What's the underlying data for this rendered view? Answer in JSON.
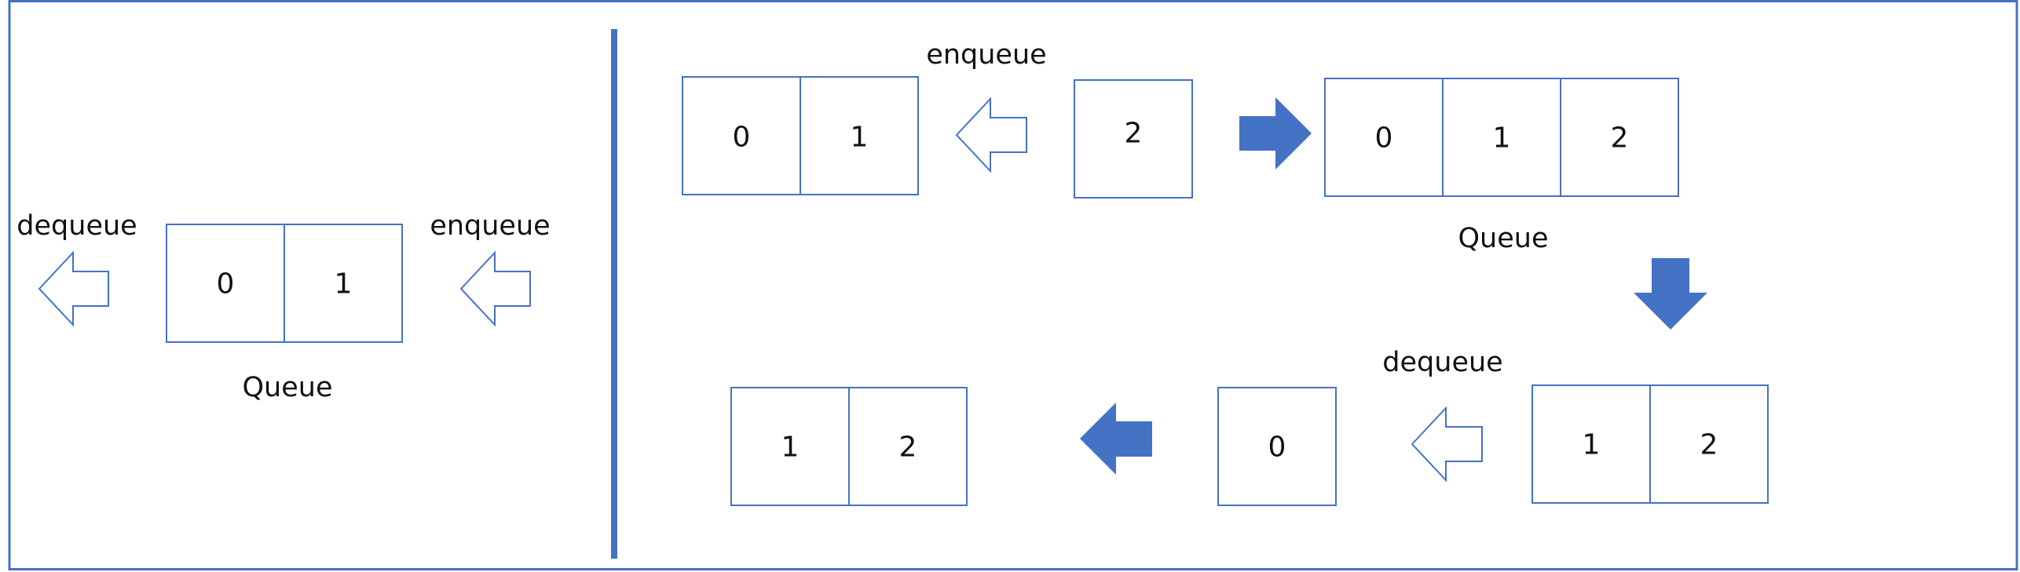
{
  "colors": {
    "accent": "#4472C4",
    "text": "#111111",
    "background": "#ffffff"
  },
  "left_panel": {
    "dequeue_label": "dequeue",
    "enqueue_label": "enqueue",
    "queue_caption": "Queue",
    "cells": [
      "0",
      "1"
    ]
  },
  "right_panel": {
    "step1": {
      "queue_cells": [
        "0",
        "1"
      ],
      "enqueue_label": "enqueue",
      "incoming_cell": "2"
    },
    "step2": {
      "queue_cells": [
        "0",
        "1",
        "2"
      ],
      "queue_caption": "Queue"
    },
    "step3": {
      "dequeue_label": "dequeue",
      "queue_cells": [
        "1",
        "2"
      ],
      "outgoing_cell": "0"
    },
    "step4": {
      "queue_cells": [
        "1",
        "2"
      ]
    }
  },
  "icons": {
    "outline_arrow": "outline-left-arrow-icon",
    "solid_arrow": "solid-arrow-icon"
  }
}
